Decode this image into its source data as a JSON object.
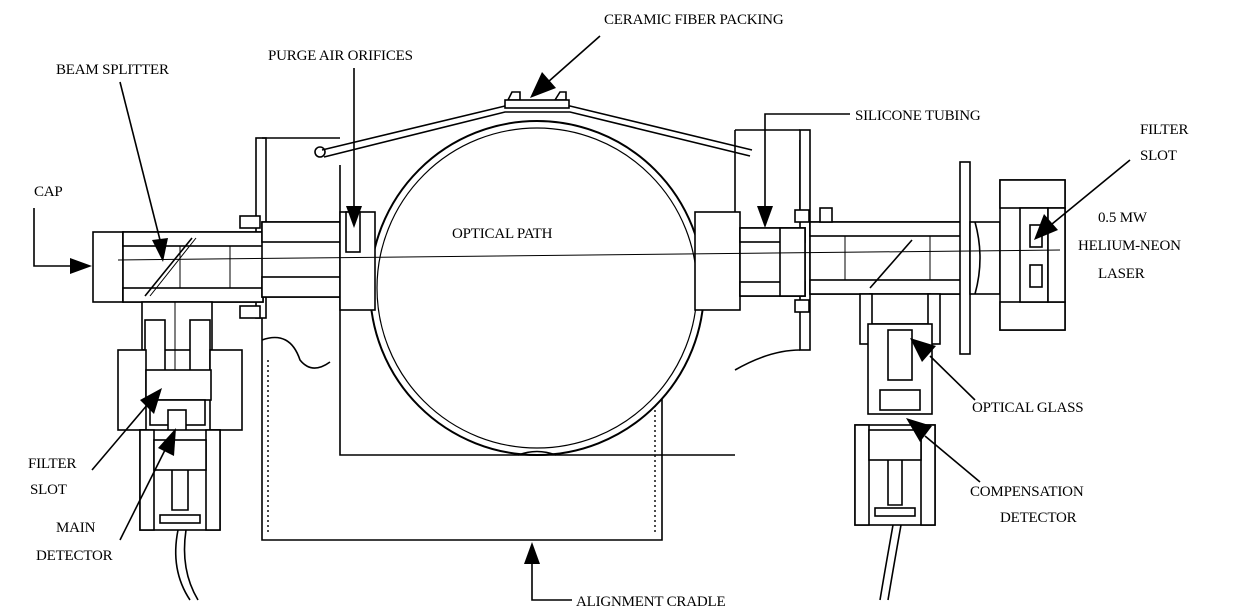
{
  "labels": {
    "ceramic_fiber_packing": "CERAMIC FIBER PACKING",
    "beam_splitter": "BEAM SPLITTER",
    "purge_air_orifices": "PURGE AIR ORIFICES",
    "silicone_tubing": "SILICONE TUBING",
    "filter_slot_right_1": "FILTER",
    "filter_slot_right_2": "SLOT",
    "cap": "CAP",
    "optical_path": "OPTICAL PATH",
    "laser_1": "0.5 MW",
    "laser_2": "HELIUM-NEON",
    "laser_3": "LASER",
    "optical_glass": "OPTICAL GLASS",
    "filter_slot_left_1": "FILTER",
    "filter_slot_left_2": "SLOT",
    "main_detector_1": "MAIN",
    "main_detector_2": "DETECTOR",
    "compensation_detector_1": "COMPENSATION",
    "compensation_detector_2": "DETECTOR",
    "alignment_cradle": "ALIGNMENT CRADLE"
  }
}
